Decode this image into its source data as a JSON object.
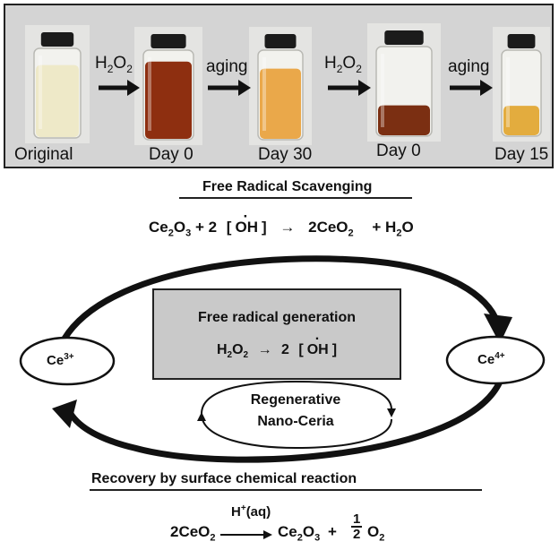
{
  "photo_panel": {
    "vials": [
      {
        "label": "Original",
        "liquid": "#eee9c8"
      },
      {
        "label": "Day 0",
        "liquid": "#8e2f10"
      },
      {
        "label": "Day 30",
        "liquid": "#eaa84a"
      },
      {
        "label": "Day 0",
        "liquid": "#7b2f12"
      },
      {
        "label": "Day 15",
        "liquid": "#e3ac3e"
      }
    ],
    "steps": [
      {
        "main": "H",
        "sub": "2",
        "tail": "O",
        "sub2": "2"
      },
      {
        "main": "aging"
      },
      {
        "main": "H",
        "sub": "2",
        "tail": "O",
        "sub2": "2"
      },
      {
        "main": "aging"
      }
    ]
  },
  "scavenging": {
    "title": "Free Radical Scavenging",
    "reactant": "Ce",
    "r_sub1": "2",
    "r_mid": "O",
    "r_sub2": "3",
    "plus1": "+ 2",
    "radical": "OH",
    "product1": "2CeO",
    "p_sub": "2",
    "plus2": "+ H",
    "p2_sub": "2",
    "p2_tail": "O"
  },
  "cycle": {
    "left_node": "Ce",
    "left_sup": "3+",
    "right_node": "Ce",
    "right_sup": "4+",
    "box_title": "Free radical generation",
    "box_reactant": "H",
    "box_sub1": "2",
    "box_mid": "O",
    "box_sub2": "2",
    "box_product": "2",
    "box_radical": "OH",
    "regen_line1": "Regenerative",
    "regen_line2": "Nano-Ceria"
  },
  "recovery": {
    "title": "Recovery by surface chemical reaction",
    "catalyst": "H",
    "catalyst_sup": "+",
    "catalyst_tail": "(aq)",
    "reactant": "2CeO",
    "r_sub": "2",
    "product1": "Ce",
    "p_sub1": "2",
    "p_mid": "O",
    "p_sub2": "3",
    "plus": "+",
    "frac_num": "1",
    "frac_den": "2",
    "product2": "O",
    "p2_sub": "2"
  }
}
